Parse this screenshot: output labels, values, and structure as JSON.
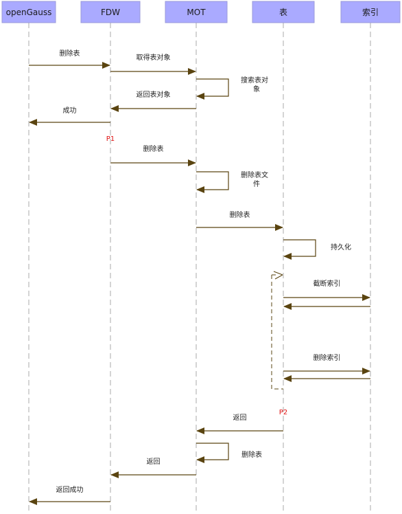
{
  "participants": [
    {
      "id": "opengauss",
      "label": "openGauss"
    },
    {
      "id": "fdw",
      "label": "FDW"
    },
    {
      "id": "mot",
      "label": "MOT"
    },
    {
      "id": "table",
      "label": "表"
    },
    {
      "id": "index",
      "label": "索引"
    }
  ],
  "messages": [
    {
      "id": "m1",
      "from": "opengauss",
      "to": "fdw",
      "label": "删除表"
    },
    {
      "id": "m2",
      "from": "fdw",
      "to": "mot",
      "label": "取得表对象"
    },
    {
      "id": "m3",
      "from": "mot",
      "to": "mot",
      "label": [
        "搜索表对",
        "象"
      ]
    },
    {
      "id": "m4",
      "from": "mot",
      "to": "fdw",
      "label": "返回表对象"
    },
    {
      "id": "m5",
      "from": "fdw",
      "to": "opengauss",
      "label": "成功"
    },
    {
      "id": "m6",
      "from": "fdw",
      "to": "mot",
      "label": "删除表"
    },
    {
      "id": "m7",
      "from": "mot",
      "to": "mot",
      "label": [
        "删除表文",
        "件"
      ]
    },
    {
      "id": "m8",
      "from": "mot",
      "to": "table",
      "label": "删除表"
    },
    {
      "id": "m9",
      "from": "table",
      "to": "table",
      "label": "持久化"
    },
    {
      "id": "m10",
      "from": "table",
      "to": "index",
      "label": "截断索引"
    },
    {
      "id": "m11",
      "from": "index",
      "to": "table",
      "label": ""
    },
    {
      "id": "m12",
      "from": "table",
      "to": "index",
      "label": "删除索引"
    },
    {
      "id": "m13",
      "from": "index",
      "to": "table",
      "label": ""
    },
    {
      "id": "m14",
      "from": "table",
      "to": "mot",
      "label": "返回"
    },
    {
      "id": "m15",
      "from": "mot",
      "to": "mot",
      "label": "删除表"
    },
    {
      "id": "m16",
      "from": "mot",
      "to": "fdw",
      "label": "返回"
    },
    {
      "id": "m17",
      "from": "fdw",
      "to": "opengauss",
      "label": "返回成功"
    }
  ],
  "markers": [
    {
      "id": "p1",
      "label": "P1"
    },
    {
      "id": "p2",
      "label": "P2"
    }
  ],
  "colors": {
    "header_fill": "#aaaaff",
    "arrow": "#5a4410",
    "lifeline": "#b8b8b8",
    "marker": "#e01010"
  }
}
